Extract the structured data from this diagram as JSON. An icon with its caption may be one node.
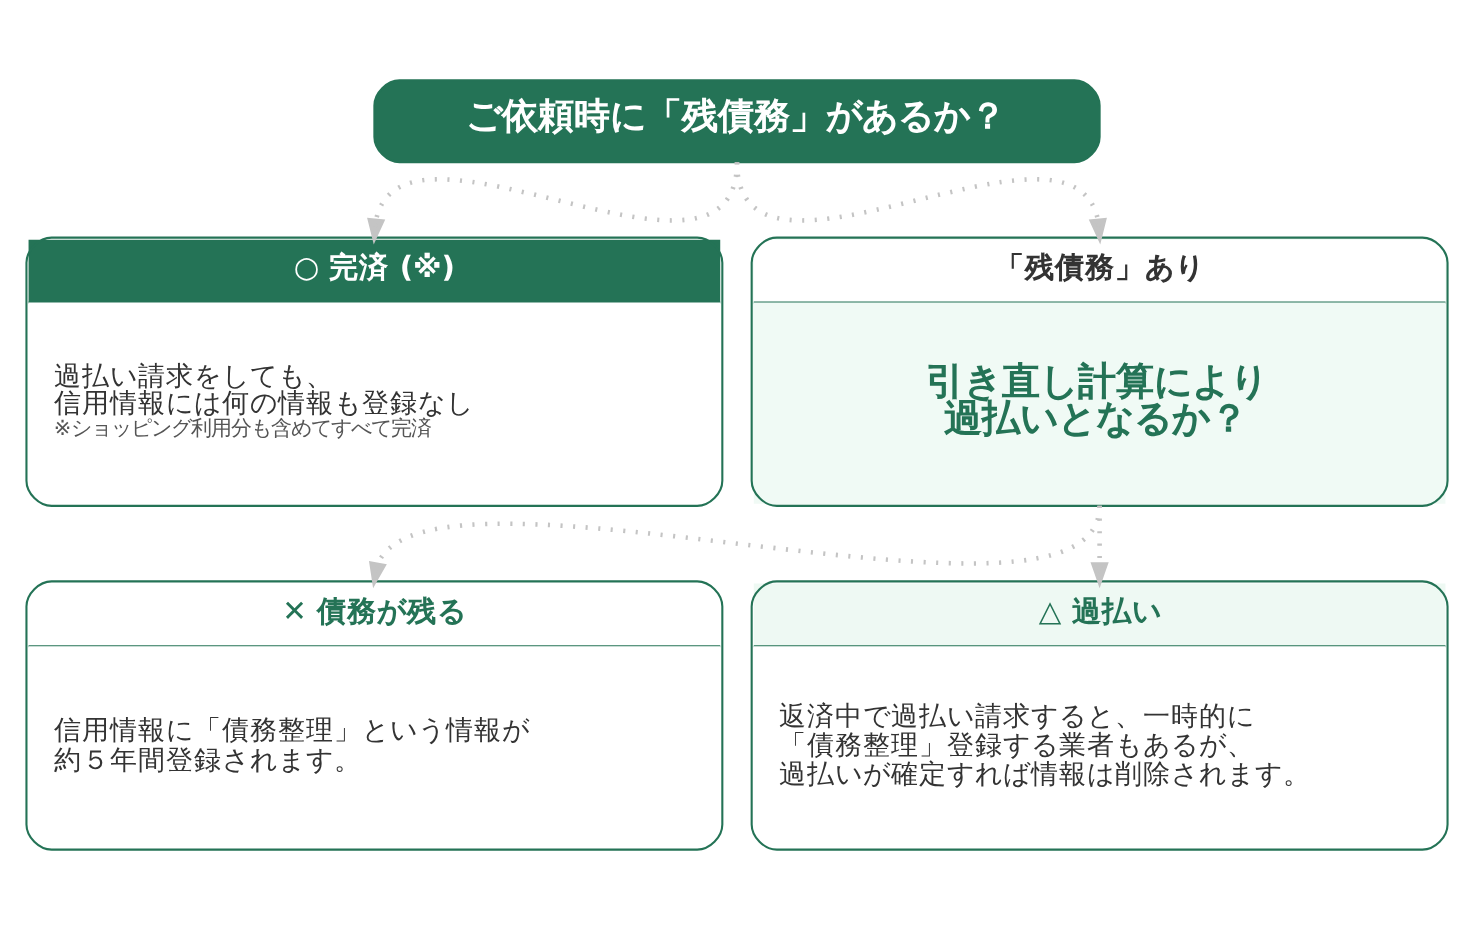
{
  "diagram": {
    "nodes": [
      {
        "text": [
          "ご依頼時に「残債務」があるか？"
        ]
      },
      {
        "text": [
          "○ 完済 (※)",
          "過払い請求をしても、信用情報には何の情報も登録なし",
          "※ショッピング利用分も含めてすべて完済"
        ]
      },
      {
        "text": [
          "「残債務」あり",
          "引き直し計算により過払いとなるか？"
        ]
      },
      {
        "text": [
          "✕ 債務が残る",
          "信用情報に「債務整理」という情報が約５年間登録されます。"
        ]
      },
      {
        "text": [
          "△ 過払い",
          "返済中で過払い請求すると、一時的に「債務整理」登録する業者もあるが、過払いが確定すれば情報は削除されます。"
        ]
      }
    ],
    "edges": [
      {
        "from": 0,
        "to": 1,
        "arrow": "to"
      },
      {
        "from": 0,
        "to": 2,
        "arrow": "to"
      },
      {
        "from": 2,
        "to": 3,
        "arrow": "to"
      },
      {
        "from": 2,
        "to": 4,
        "arrow": "to"
      }
    ]
  }
}
